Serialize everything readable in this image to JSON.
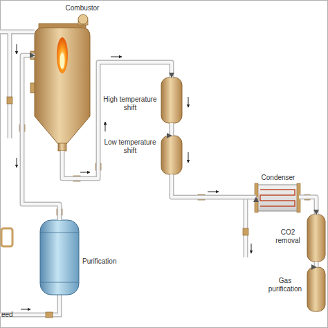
{
  "diagram": {
    "nodes": [
      {
        "text": [
          "Combustor"
        ]
      },
      {
        "text": [
          "High temperature shift"
        ]
      },
      {
        "text": [
          "Low temperature shift"
        ]
      },
      {
        "text": [
          "Condenser"
        ]
      },
      {
        "text": [
          "CO2 removal"
        ]
      },
      {
        "text": [
          "Purification"
        ]
      },
      {
        "text": [
          "Gas purification"
        ]
      }
    ],
    "edges": [
      {
        "from": 5,
        "to": 0,
        "arrow": "to"
      },
      {
        "from": 0,
        "to": 1,
        "arrow": "to"
      },
      {
        "from": 1,
        "to": 2,
        "arrow": "to"
      },
      {
        "from": 2,
        "to": 3,
        "arrow": "to"
      },
      {
        "from": 3,
        "to": 4,
        "arrow": "to"
      },
      {
        "from": 4,
        "to": 6,
        "arrow": "to"
      }
    ],
    "labels": [
      "eed"
    ]
  }
}
